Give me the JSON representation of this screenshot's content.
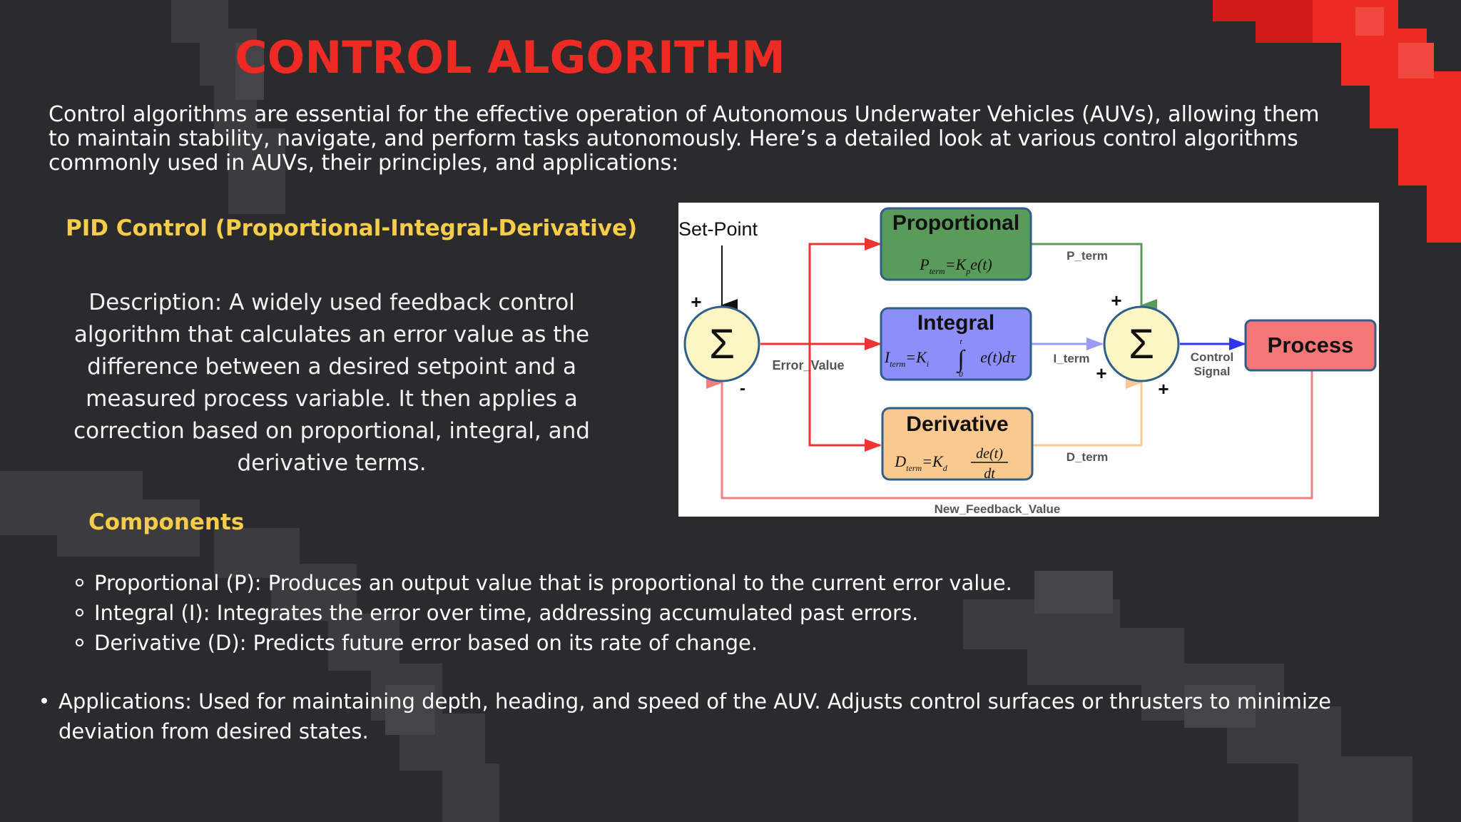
{
  "slide": {
    "title": "CONTROL ALGORITHM",
    "intro": "Control algorithms are essential for the effective operation of Autonomous Underwater Vehicles (AUVs), allowing them to maintain stability, navigate, and perform tasks autonomously. Here’s a detailed look at various control algorithms commonly used in AUVs, their principles, and applications:",
    "pid_heading": "PID Control (Proportional-Integral-Derivative)",
    "description": "Description: A widely used feedback control algorithm that calculates an error value as the difference between a desired setpoint and a measured process variable. It then applies a correction based on proportional, integral, and derivative terms.",
    "components_heading": "Components",
    "components": [
      "Proportional (P): Produces an output value that is proportional to the current error value.",
      "Integral (I): Integrates the error over time, addressing accumulated past errors.",
      "Derivative (D): Predicts future error based on its rate of change."
    ],
    "applications": "Applications: Used for maintaining depth, heading, and speed of the AUV. Adjusts control surfaces or thrusters to minimize deviation from desired states."
  },
  "diagram": {
    "set_point": "Set-Point",
    "sigma": "Σ",
    "plus": "+",
    "minus": "-",
    "error_value": "Error_Value",
    "proportional": "Proportional",
    "integral": "Integral",
    "derivative": "Derivative",
    "process": "Process",
    "p_term": "P_term",
    "i_term": "I_term",
    "d_term": "D_term",
    "control": "Control",
    "signal": "Signal",
    "feedback": "New_Feedback_Value",
    "p_formula": {
      "lhs": "P",
      "sub": "term",
      "mid": "=K",
      "sub2": "p",
      "rhs": "e(t)"
    },
    "i_formula": {
      "lhs": "I",
      "sub": "term",
      "mid": "=K",
      "sub2": "i",
      "integral": "∫",
      "upper": "t",
      "lower": "0",
      "rhs": "e(t)dτ"
    },
    "d_formula": {
      "lhs": "D",
      "sub": "term",
      "mid": "=K",
      "sub2": "d",
      "num": "de(t)",
      "den": "dt"
    },
    "colors": {
      "proportional_fill": "#5a9a5a",
      "integral_fill": "#8e8efb",
      "derivative_fill": "#fac98f",
      "process_fill": "#f47676",
      "sum_fill": "#fcf5c4",
      "red_arrow": "#ee3333",
      "green_arrow": "#5a9a5a",
      "blue_arrow": "#3333ee",
      "feedback_line": "#f08080"
    }
  },
  "theme": {
    "background": "#2b2a2c",
    "title_color": "#ee2a24",
    "heading_color": "#f5cd4b"
  }
}
